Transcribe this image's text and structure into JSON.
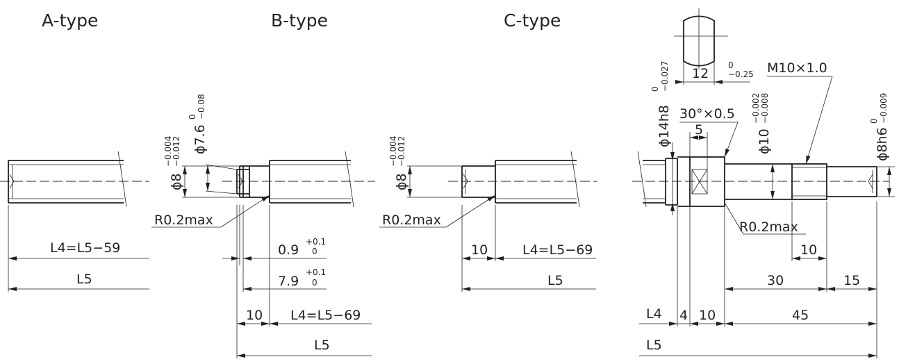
{
  "types": {
    "a": "A-type",
    "b": "B-type",
    "c": "C-type"
  },
  "a_type": {
    "dim_l4": "L4=L5−59",
    "dim_l5": "L5"
  },
  "b_type": {
    "dia_main": "ϕ8",
    "dia_main_tol_upper": "−0.004",
    "dia_main_tol_lower": "−0.012",
    "dia_groove": "ϕ7.6",
    "dia_groove_tol_upper": "0",
    "dia_groove_tol_lower": "−0.08",
    "radius": "R0.2max",
    "dim_groove_width": "0.9",
    "dim_groove_width_tol_upper": "+0.1",
    "dim_groove_width_tol_lower": "0",
    "dim_groove_pos": "7.9",
    "dim_groove_pos_tol_upper": "+0.1",
    "dim_groove_pos_tol_lower": "0",
    "dim_shoulder": "10",
    "dim_l4": "L4=L5−69",
    "dim_l5": "L5"
  },
  "c_type": {
    "dia_main": "ϕ8",
    "dia_main_tol_upper": "−0.004",
    "dia_main_tol_lower": "−0.012",
    "radius": "R0.2max",
    "dim_shoulder": "10",
    "dim_l4": "L4=L5−69",
    "dim_l5": "L5"
  },
  "d_detail": {
    "section_width": "12",
    "section_width_tol_upper": "0",
    "section_width_tol_lower": "−0.25",
    "thread": "M10×1.0",
    "dia_14": "ϕ14h8",
    "dia_14_tol_upper": "0",
    "dia_14_tol_lower": "−0.027",
    "dia_10": "ϕ10",
    "dia_10_tol_upper": "−0.002",
    "dia_10_tol_lower": "−0.008",
    "dia_8": "ϕ8h6",
    "dia_8_tol_upper": "0",
    "dia_8_tol_lower": "−0.009",
    "chamfer": "30°×0.5",
    "dim_flat": "5",
    "radius": "R0.2max",
    "dim_thread_end": "10",
    "dim_30": "30",
    "dim_15": "15",
    "dim_l4": "L4",
    "dim_4": "4",
    "dim_10": "10",
    "dim_45": "45",
    "dim_l5": "L5"
  }
}
